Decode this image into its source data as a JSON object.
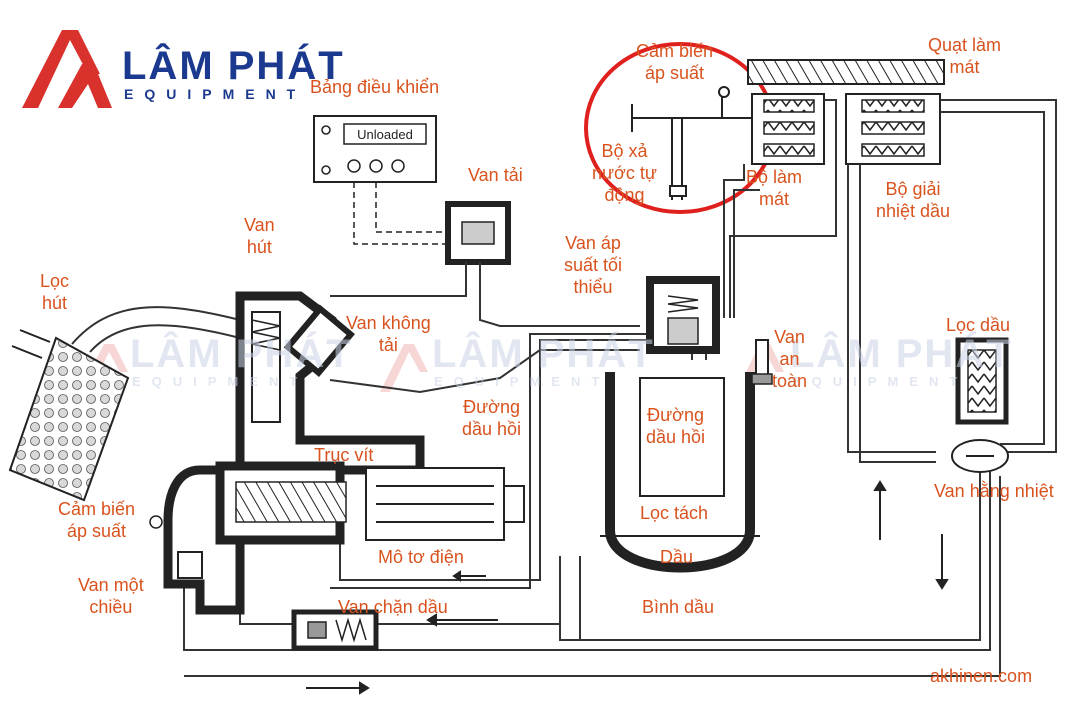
{
  "brand": {
    "name": "LÂM PHÁT",
    "tagline": "EQUIPMENT",
    "accent_color": "#d9312b",
    "brand_color": "#1b3a8f"
  },
  "labels": {
    "control_panel": "Bảng điều khiển",
    "unloaded": "Unloaded",
    "pressure_sensor_top": [
      "Cảm biến",
      "áp suất"
    ],
    "cooling_fan": [
      "Quạt làm",
      "mát"
    ],
    "auto_drain": [
      "Bộ xả",
      "nước tự",
      "động"
    ],
    "cooler": [
      "Bộ làm",
      "mát"
    ],
    "oil_cooler": [
      "Bộ giải",
      "nhiệt dầu"
    ],
    "load_valve": "Van tải",
    "intake_valve": [
      "Van",
      "hút"
    ],
    "min_pressure_valve": [
      "Van áp",
      "suất tối",
      "thiểu"
    ],
    "intake_filter": [
      "Lọc",
      "hút"
    ],
    "unload_valve": [
      "Van không",
      "tải"
    ],
    "safety_valve": [
      "Van",
      "an",
      "toàn"
    ],
    "oil_filter": "Lọc dầu",
    "oil_return_left": [
      "Đường",
      "dầu hồi"
    ],
    "oil_return_right": [
      "Đường",
      "dầu hồi"
    ],
    "screw": "Trục vít",
    "thermo_valve": "Van hằng nhiệt",
    "separator": "Lọc tách",
    "pressure_sensor_left": [
      "Cảm biến",
      "áp suất"
    ],
    "oil": "Dầu",
    "electric_motor": "Mô tơ điện",
    "check_valve": [
      "Van một",
      "chiều"
    ],
    "oil_stop_valve": "Van chặn dầu",
    "oil_tank": "Bình dầu"
  },
  "source": "akhinen.com",
  "colors": {
    "label": "#d9531e",
    "line": "#222222",
    "highlight_circle": "#e0201e",
    "watermark": "#c9d3e6"
  }
}
